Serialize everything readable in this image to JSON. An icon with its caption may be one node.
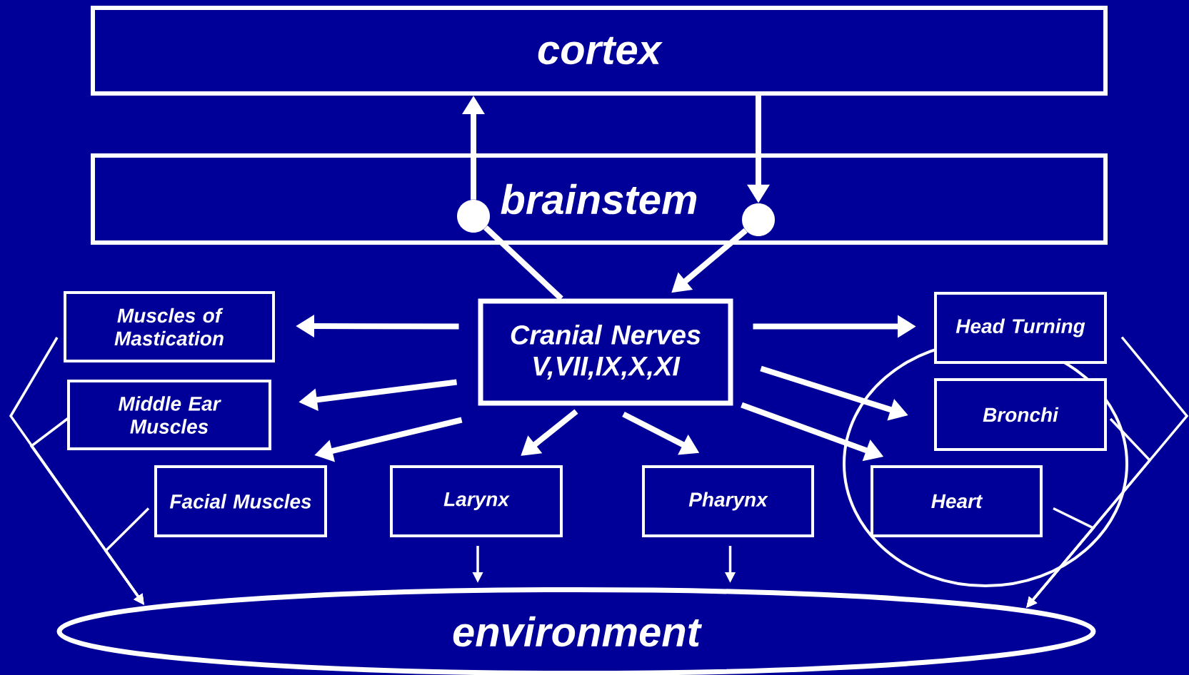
{
  "diagram": {
    "nodes": [
      {
        "text": [
          "cortex"
        ]
      },
      {
        "text": [
          "brainstem"
        ]
      },
      {
        "text": [],
        "shape": "circle",
        "in": 1
      },
      {
        "text": [],
        "shape": "circle",
        "in": 1
      },
      {
        "text": [
          "Cranial Nerves",
          "V,VII,IX,X,XI"
        ]
      },
      {
        "text": [
          "Muscles of Mastication"
        ]
      },
      {
        "text": [
          "Middle Ear Muscles"
        ]
      },
      {
        "text": [
          "Facial Muscles"
        ]
      },
      {
        "text": [
          "Larynx"
        ]
      },
      {
        "text": [
          "Pharynx"
        ]
      },
      {
        "text": [
          "Head Turning"
        ]
      },
      {
        "text": [
          "Bronchi"
        ]
      },
      {
        "text": [
          "Heart"
        ]
      },
      {
        "text": [
          "environment"
        ]
      }
    ],
    "edges": [
      {
        "from": 2,
        "to": 0,
        "arrow": "to"
      },
      {
        "from": 0,
        "to": 3,
        "arrow": "to"
      },
      {
        "from": 4,
        "to": 2,
        "arrow": "none"
      },
      {
        "from": 3,
        "to": 4,
        "arrow": "to"
      },
      {
        "from": 4,
        "to": 5,
        "arrow": "to"
      },
      {
        "from": 4,
        "to": 6,
        "arrow": "to"
      },
      {
        "from": 4,
        "to": 7,
        "arrow": "to"
      },
      {
        "from": 4,
        "to": 8,
        "arrow": "to"
      },
      {
        "from": 4,
        "to": 9,
        "arrow": "to"
      },
      {
        "from": 4,
        "to": 10,
        "arrow": "to"
      },
      {
        "from": 4,
        "to": 11,
        "arrow": "to"
      },
      {
        "from": 4,
        "to": 12,
        "arrow": "to"
      },
      {
        "from": 8,
        "to": 13,
        "arrow": "to"
      },
      {
        "from": 9,
        "to": 13,
        "arrow": "to"
      },
      {
        "from": 5,
        "to": 13,
        "arrow": "to"
      },
      {
        "from": 6,
        "to": 13,
        "arrow": "to"
      },
      {
        "from": 7,
        "to": 13,
        "arrow": "to"
      },
      {
        "from": 10,
        "to": 13,
        "arrow": "to"
      },
      {
        "from": 11,
        "to": 13,
        "arrow": "to"
      },
      {
        "from": 12,
        "to": 13,
        "arrow": "to"
      }
    ]
  }
}
